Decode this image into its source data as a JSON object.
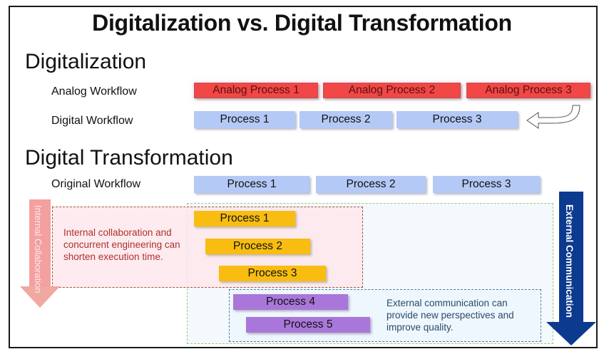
{
  "title": "Digitalization vs. Digital Transformation",
  "digitalization": {
    "heading": "Digitalization",
    "analog_row": {
      "label": "Analog Workflow",
      "processes": [
        "Analog Process 1",
        "Analog Process 2",
        "Analog Process 3"
      ]
    },
    "digital_row": {
      "label": "Digital Workflow",
      "processes": [
        "Process 1",
        "Process 2",
        "Process 3"
      ]
    },
    "arrow_icon": "curved-arrow-left"
  },
  "digital_transformation": {
    "heading": "Digital Transformation",
    "original_row": {
      "label": "Original Workflow",
      "processes": [
        "Process 1",
        "Process 2",
        "Process 3"
      ]
    },
    "internal": {
      "arrow_label": "Internal Collaboration",
      "note": "Internal collaboration and concurrent engineering can shorten execution time.",
      "processes": [
        "Process 1",
        "Process 2",
        "Process 3"
      ]
    },
    "external": {
      "arrow_label": "External Communication",
      "note": "External communication can provide new perspectives and improve quality.",
      "processes": [
        "Process 4",
        "Process 5"
      ]
    }
  },
  "colors": {
    "analog": "#f14747",
    "digital": "#b4c9f5",
    "internal_process": "#f8bd10",
    "external_process": "#a977d9",
    "internal_arrow": "#f4a0a0",
    "external_arrow": "#0c3a8f"
  }
}
